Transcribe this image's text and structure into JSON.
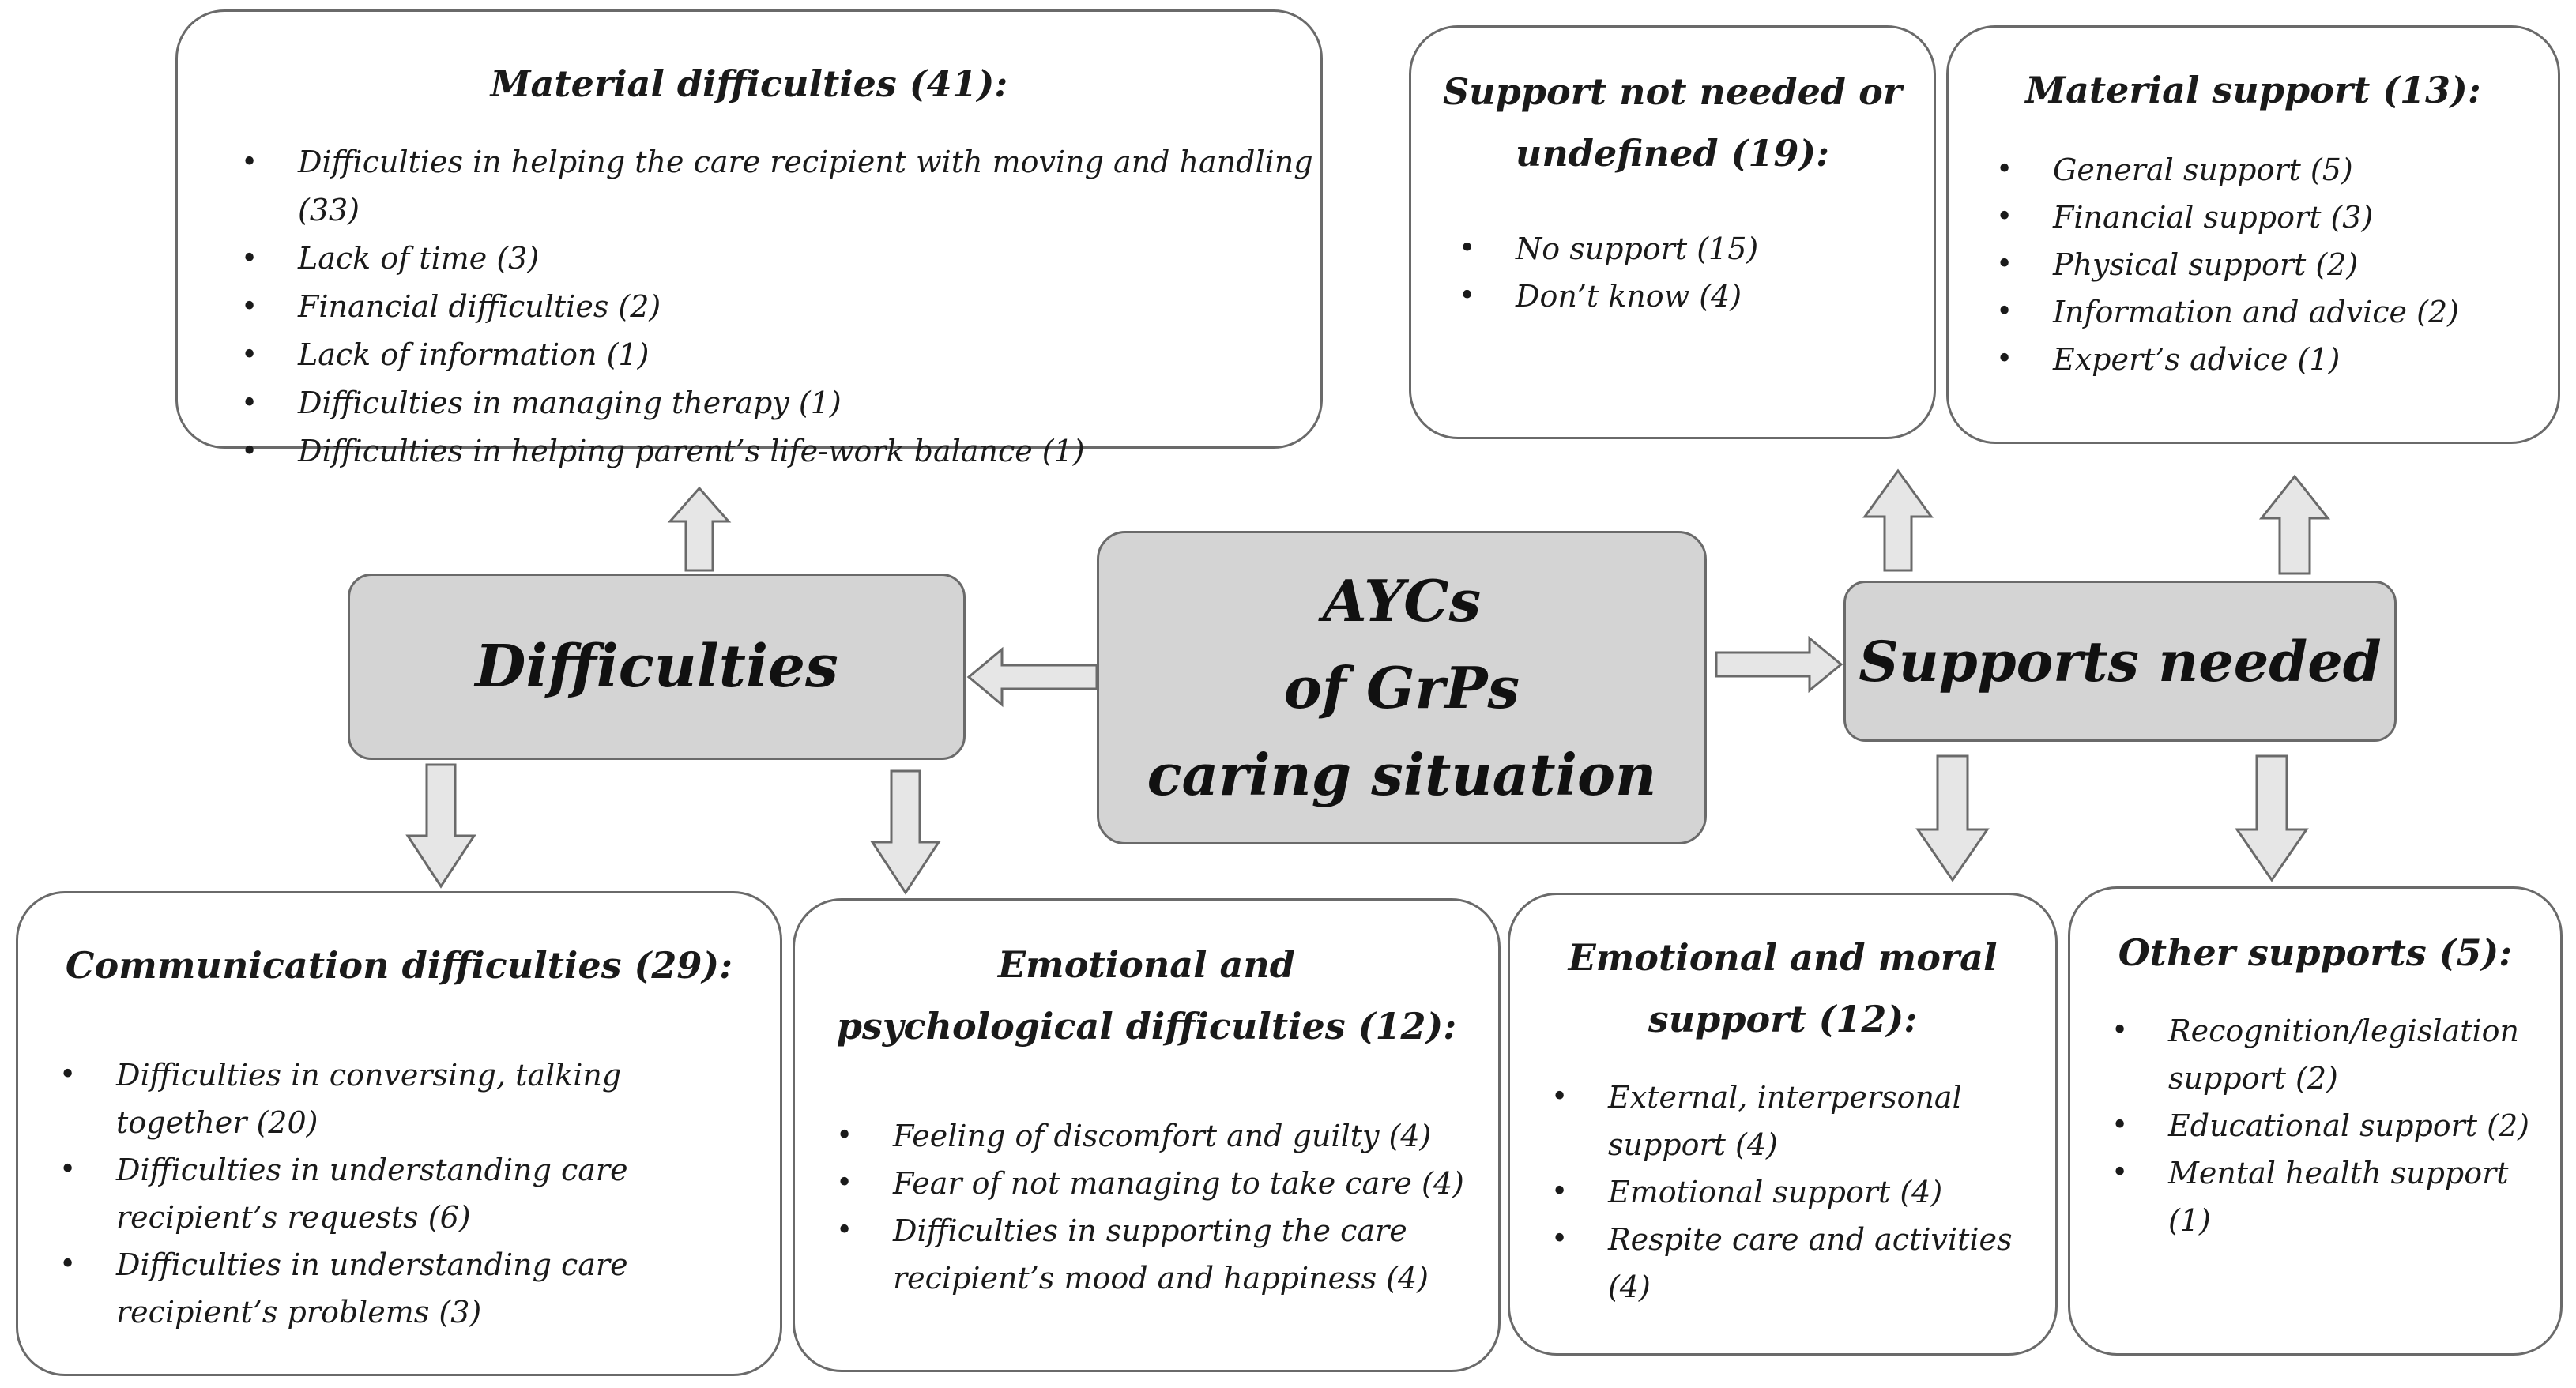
{
  "center": {
    "lines": [
      "AYCs",
      "of GrPs",
      "caring situation"
    ]
  },
  "difficulties": {
    "label": "Difficulties"
  },
  "supports": {
    "label": "Supports needed"
  },
  "material_difficulties": {
    "title": [
      "Material difficulties (41):"
    ],
    "items": [
      "Difficulties in helping the care recipient with moving and handling (33)",
      "Lack of time (3)",
      "Financial difficulties (2)",
      "Lack of information (1)",
      "Difficulties in managing therapy (1)",
      "Difficulties in helping parent’s life-work balance (1)"
    ]
  },
  "communication_difficulties": {
    "title": [
      "Communication difficulties (29):"
    ],
    "items": [
      "Difficulties in conversing, talking together (20)",
      "Difficulties in understanding care recipient’s requests (6)",
      "Difficulties in understanding care recipient’s problems (3)"
    ]
  },
  "emotional_difficulties": {
    "title": [
      "Emotional and",
      "psychological difficulties (12):"
    ],
    "items": [
      "Feeling of discomfort and guilty (4)",
      "Fear of not managing to take care (4)",
      "Difficulties in supporting the care recipient’s mood and happiness (4)"
    ]
  },
  "support_not_needed": {
    "title": [
      "Support not needed or",
      "undefined (19):"
    ],
    "items": [
      "No support (15)",
      "Don’t know (4)"
    ]
  },
  "material_support": {
    "title": [
      "Material support (13):"
    ],
    "items": [
      "General support (5)",
      "Financial support (3)",
      "Physical support (2)",
      "Information and advice (2)",
      "Expert’s advice (1)"
    ]
  },
  "emotional_moral_support": {
    "title": [
      "Emotional and moral",
      "support (12):"
    ],
    "items": [
      "External, interpersonal support (4)",
      "Emotional support (4)",
      "Respite care and activities (4)"
    ]
  },
  "other_supports": {
    "title": [
      "Other supports (5):"
    ],
    "items": [
      "Recognition/legislation support (2)",
      "Educational support (2)",
      "Mental health support (1)"
    ]
  }
}
